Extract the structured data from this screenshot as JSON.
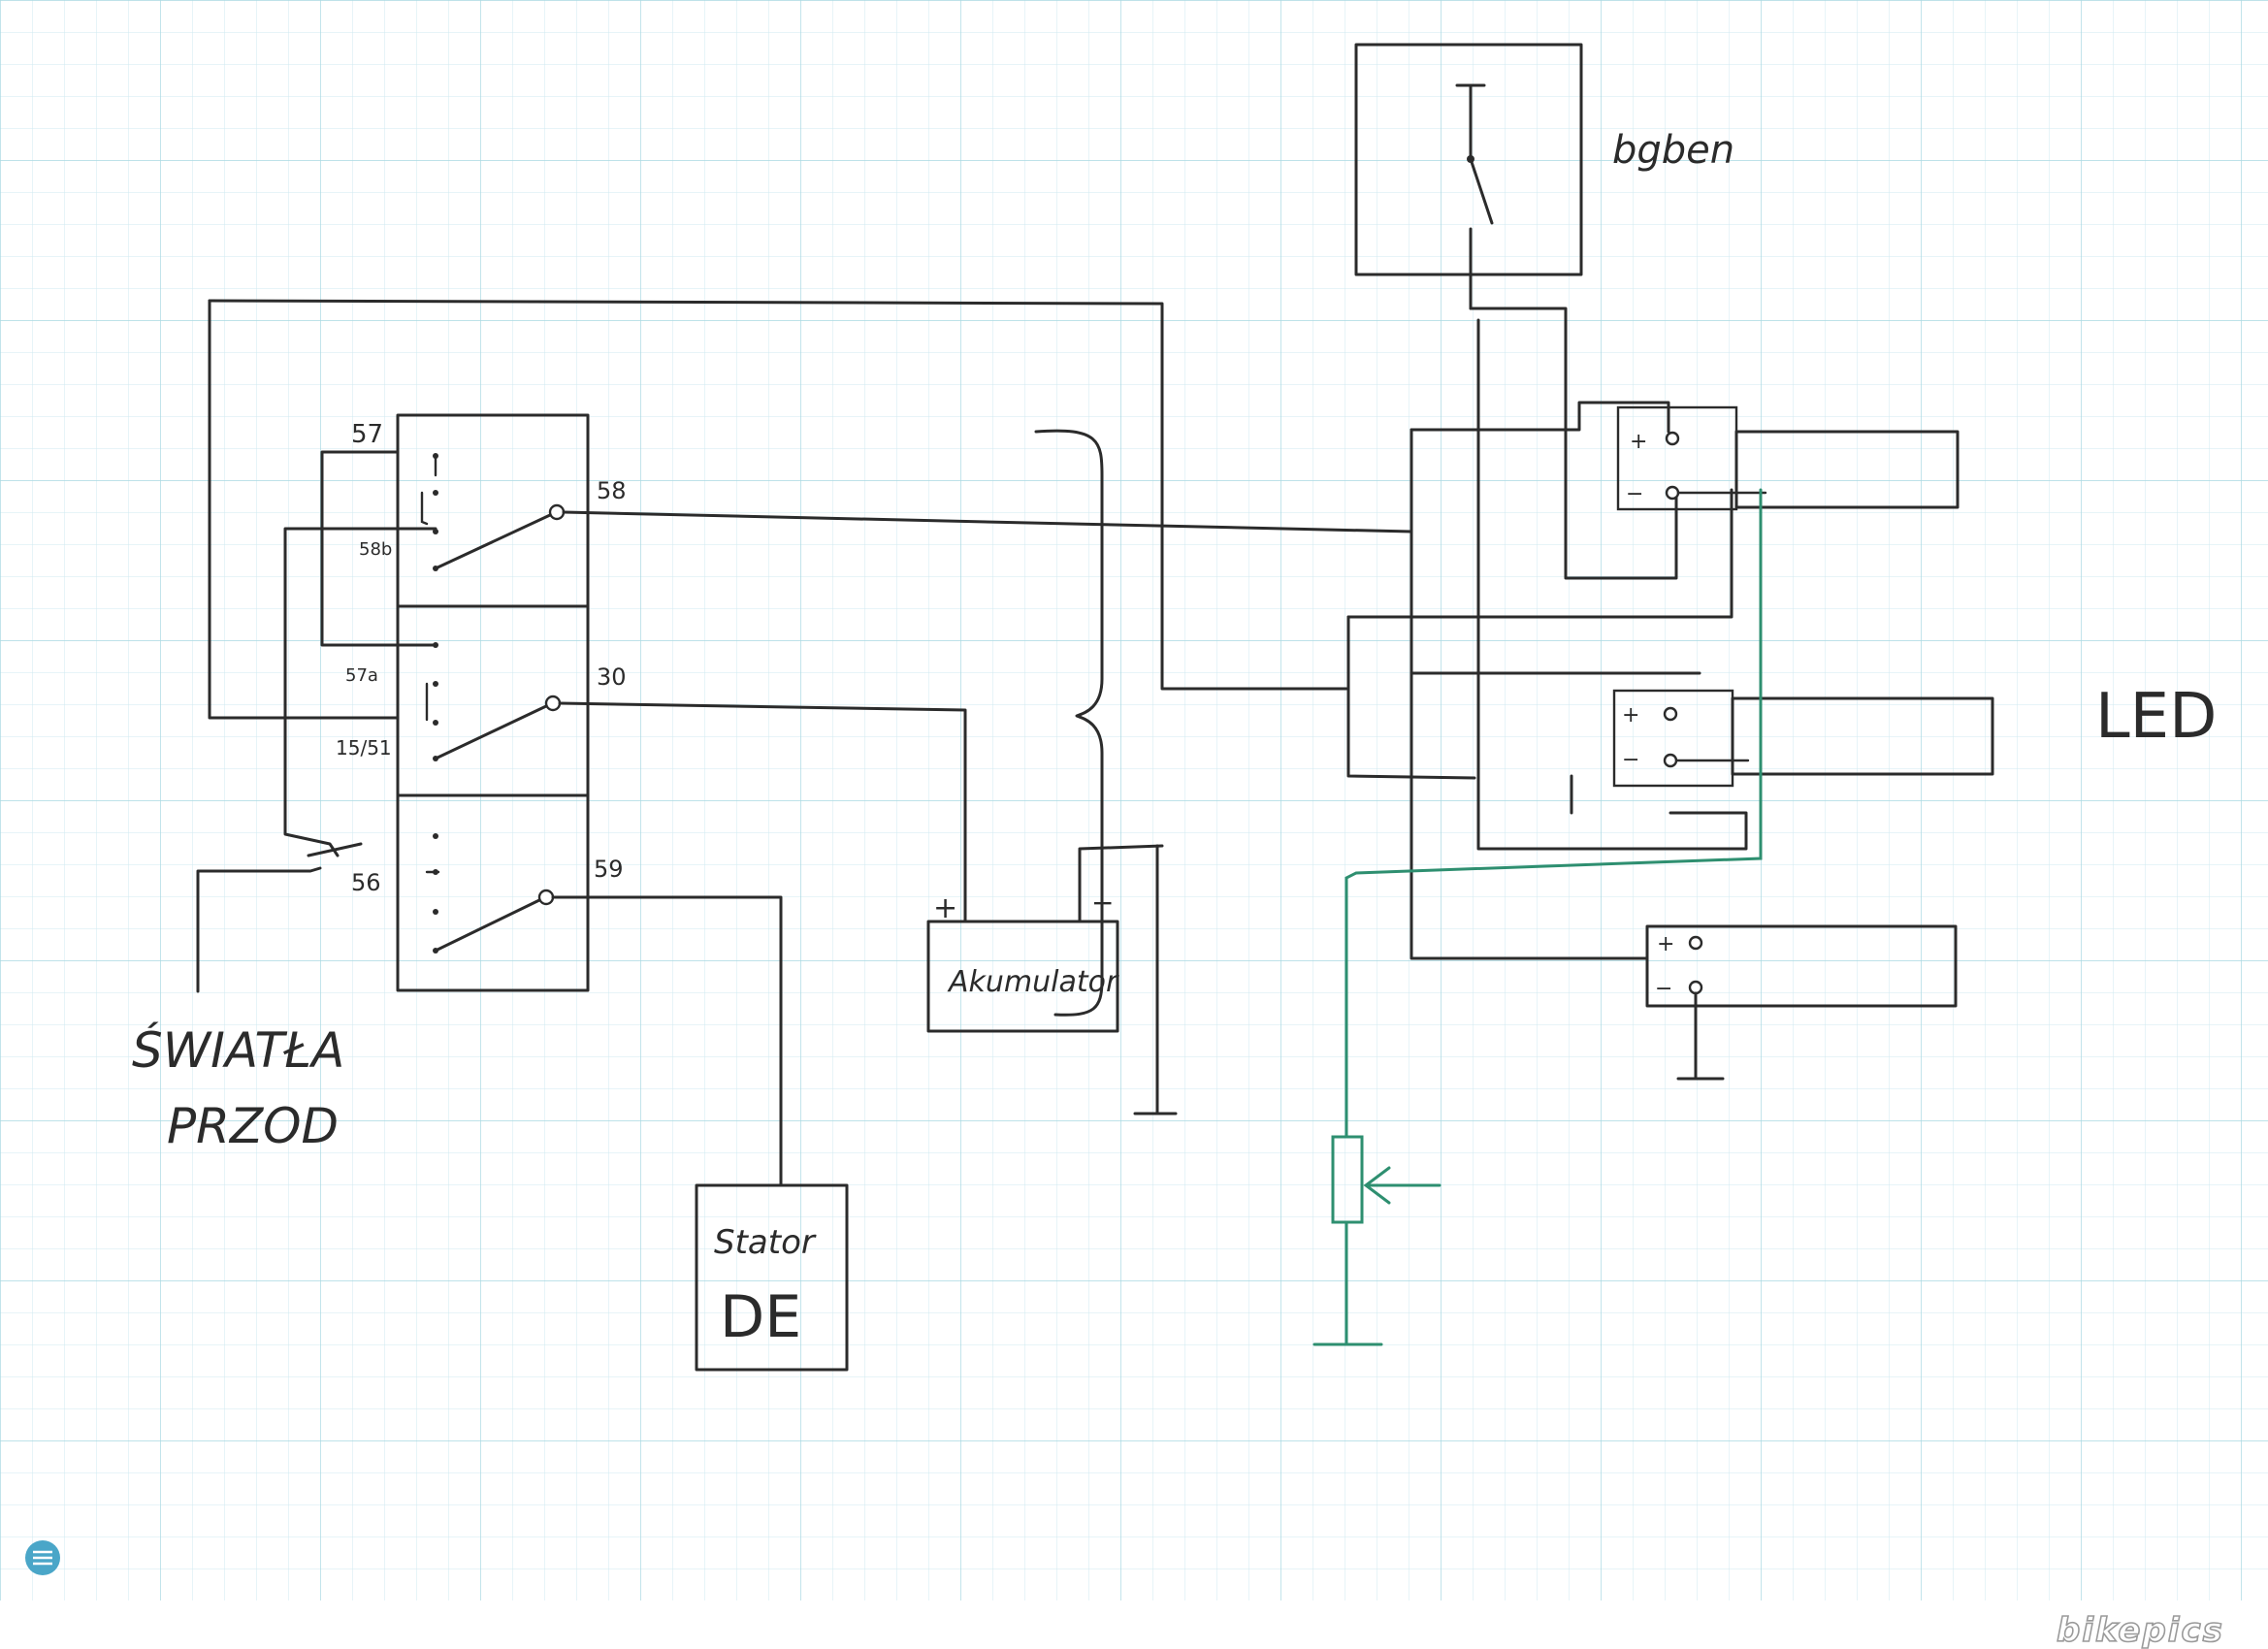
{
  "labels": {
    "terminal_57": "57",
    "terminal_58": "58",
    "terminal_58b": "58b",
    "terminal_57a": "57a",
    "terminal_15_51": "15/51",
    "terminal_30": "30",
    "terminal_56": "56",
    "terminal_59": "59",
    "lights_front_line1": "ŚWIATŁA",
    "lights_front_line2": "PRZOD",
    "battery": "Akumulator",
    "battery_plus": "+",
    "battery_minus": "−",
    "stator_line1": "Stator",
    "stator_line2": "DE",
    "speedo": "bgben",
    "led": "LED",
    "plus": "+",
    "minus": "−",
    "watermark": "bikepics"
  },
  "colors": {
    "ink": "#2b2b2b",
    "grid": "#bfe3ea",
    "green_wire": "#2e8f70"
  }
}
